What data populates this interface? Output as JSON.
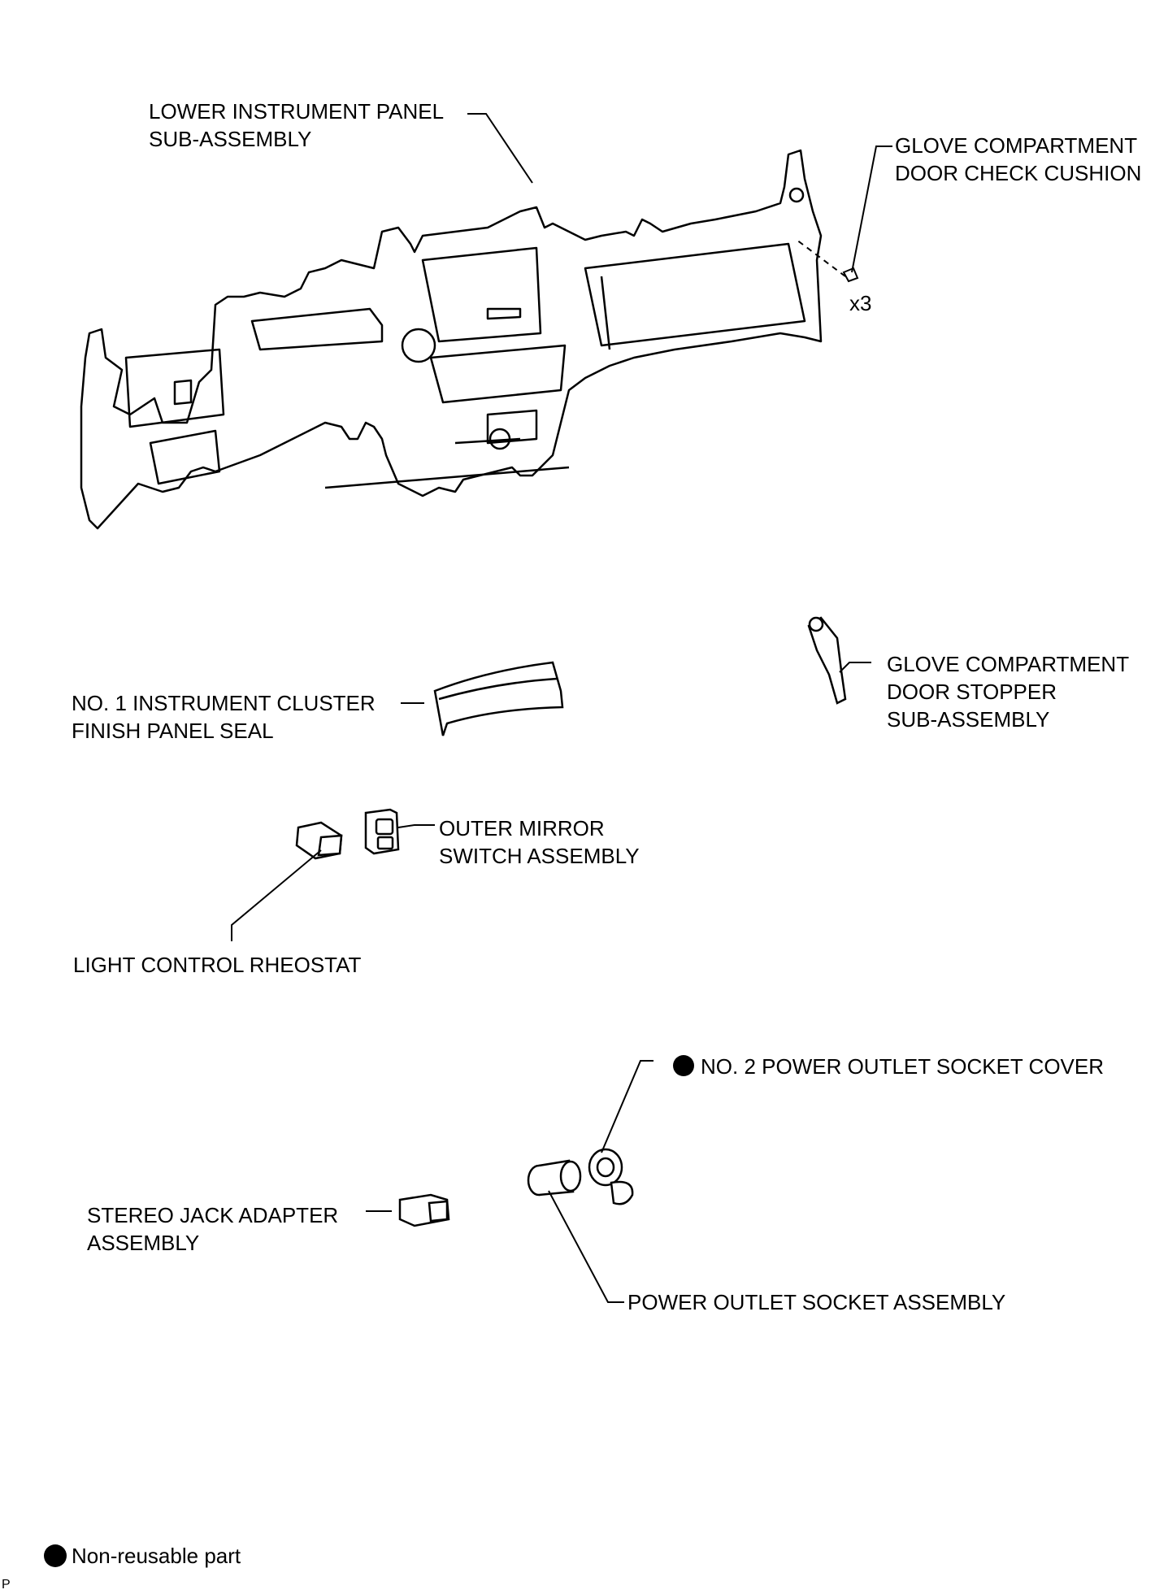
{
  "labels": {
    "lower_panel": [
      "LOWER INSTRUMENT PANEL",
      "SUB-ASSEMBLY"
    ],
    "check_cushion": [
      "GLOVE COMPARTMENT",
      "DOOR CHECK CUSHION"
    ],
    "qty": "x3",
    "door_stopper": [
      "GLOVE COMPARTMENT",
      "DOOR STOPPER",
      "SUB-ASSEMBLY"
    ],
    "cluster_seal": [
      "NO. 1 INSTRUMENT CLUSTER",
      "FINISH PANEL SEAL"
    ],
    "outer_mirror": [
      "OUTER MIRROR",
      "SWITCH ASSEMBLY"
    ],
    "light_rheostat": "LIGHT CONTROL RHEOSTAT",
    "socket_cover": "NO. 2 POWER OUTLET SOCKET COVER",
    "stereo_jack": [
      "STEREO JACK ADAPTER",
      "ASSEMBLY"
    ],
    "power_outlet": "POWER OUTLET SOCKET ASSEMBLY"
  },
  "legend": "Non-reusable part",
  "corner_code": "P",
  "marker_color": "#000000"
}
